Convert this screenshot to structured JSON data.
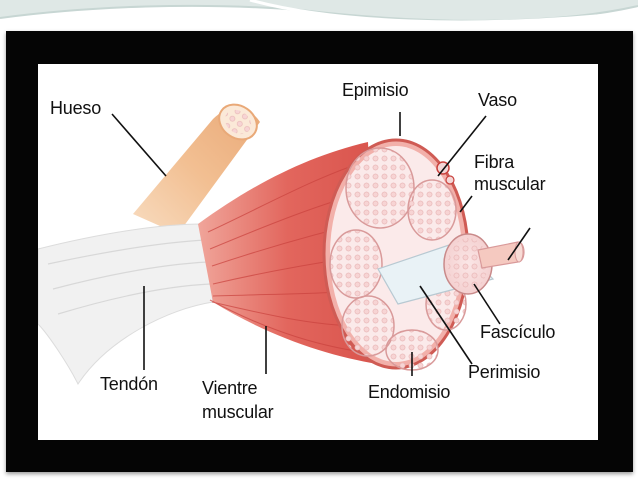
{
  "labels": {
    "bone": "Hueso",
    "epimysium": "Epimisio",
    "vessel": "Vaso",
    "fiber_line1": "Fibra",
    "fiber_line2": "muscular",
    "fascicle": "Fascículo",
    "perimysium": "Perimisio",
    "endomysium": "Endomisio",
    "tendon": "Tendón",
    "belly_line1": "Vientre",
    "belly_line2": "muscular"
  },
  "colors": {
    "frame": "#050505",
    "muscle": "#e2665d",
    "bone": "#f5c9a4",
    "fascicle_fill": "#f8dede",
    "tendon": "#eeeeee"
  }
}
